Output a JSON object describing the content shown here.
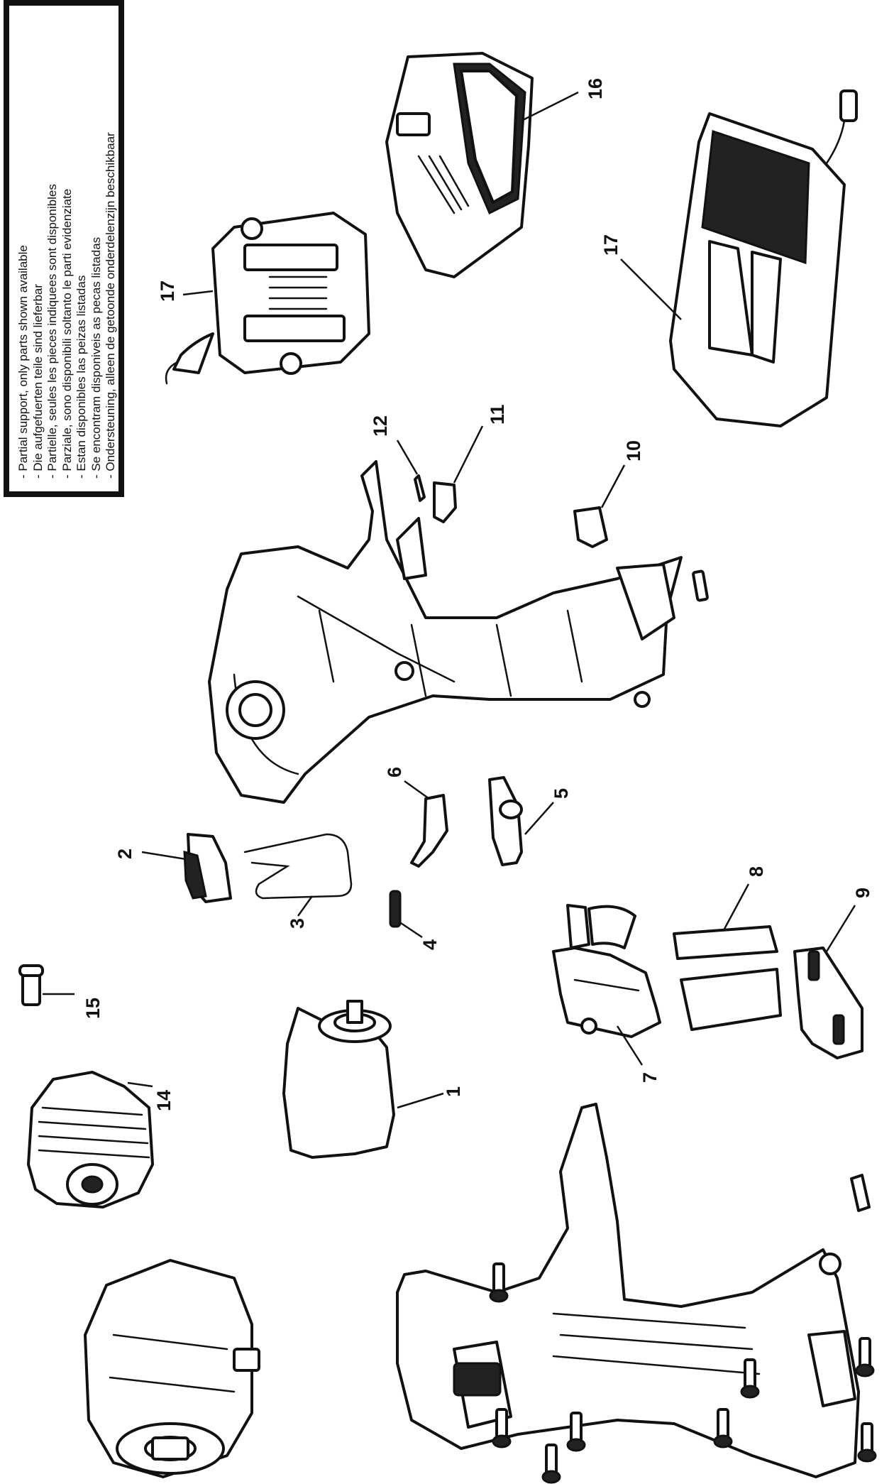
{
  "legend": {
    "lines": [
      "- Partial support, only parts shown available",
      "- Die aufgefuerten teile sind lieferbar",
      "- Partielle, seules les pieces indiquees sont disponibles",
      "- Parziale, sono disponibili soltanto le parti evidenziate",
      "- Estan disponibles las peizas listadas",
      "- Se encontram disponiveis as pecas listadas",
      "- Ondersteuning, alleen de getoonde onderdelenzijn beschikbaar"
    ]
  },
  "callouts": {
    "p1": "1",
    "p2": "2",
    "p3": "3",
    "p4": "4",
    "p5": "5",
    "p6": "6",
    "p7": "7",
    "p8": "8",
    "p9": "9",
    "p10": "10",
    "p11": "11",
    "p12": "12",
    "p14": "14",
    "p15": "15",
    "p16": "16",
    "p17a": "17",
    "p17b": "17"
  },
  "colors": {
    "ink": "#111111",
    "paper": "#ffffff"
  }
}
